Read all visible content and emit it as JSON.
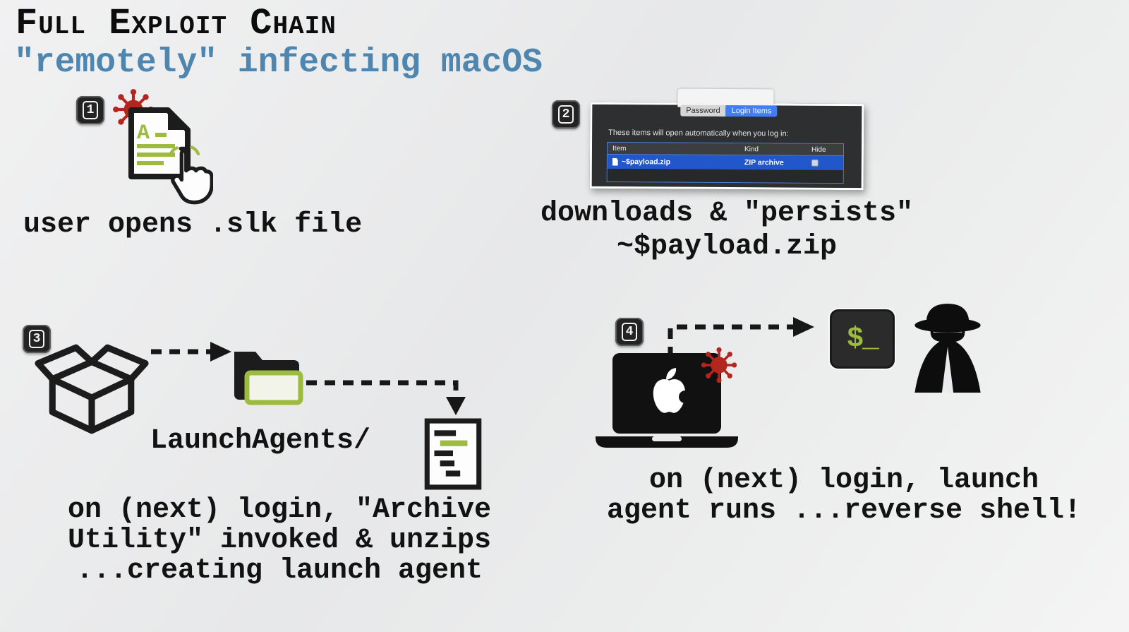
{
  "title": "Full Exploit Chain",
  "subtitle": "\"remotely\" infecting macOS",
  "colors": {
    "accent_blue": "#4e86b0",
    "green": "#9cbb3f",
    "red": "#b2261e",
    "dark": "#1c1c1c",
    "selection_blue": "#2257cb",
    "tab_blue": "#3f7ef5"
  },
  "step1": {
    "number": "1",
    "doc_letter": "A",
    "caption": "user opens .slk file"
  },
  "step2": {
    "number": "2",
    "caption_line1": "downloads & \"persists\"",
    "caption_line2": "~$payload.zip",
    "panel": {
      "tab_password": "Password",
      "tab_login_items": "Login Items",
      "description": "These items will open automatically when you log in:",
      "col_item": "Item",
      "col_kind": "Kind",
      "col_hide": "Hide",
      "row_item": "~$payload.zip",
      "row_kind": "ZIP archive"
    }
  },
  "step3": {
    "number": "3",
    "folder_label": "LaunchAgents/",
    "caption_line1": "on (next) login, \"Archive",
    "caption_line2": "Utility\" invoked & unzips",
    "caption_line3": "...creating launch agent"
  },
  "step4": {
    "number": "4",
    "terminal_text": "$_",
    "caption_line1": "on (next) login, launch",
    "caption_line2": "agent runs ...reverse shell!"
  }
}
